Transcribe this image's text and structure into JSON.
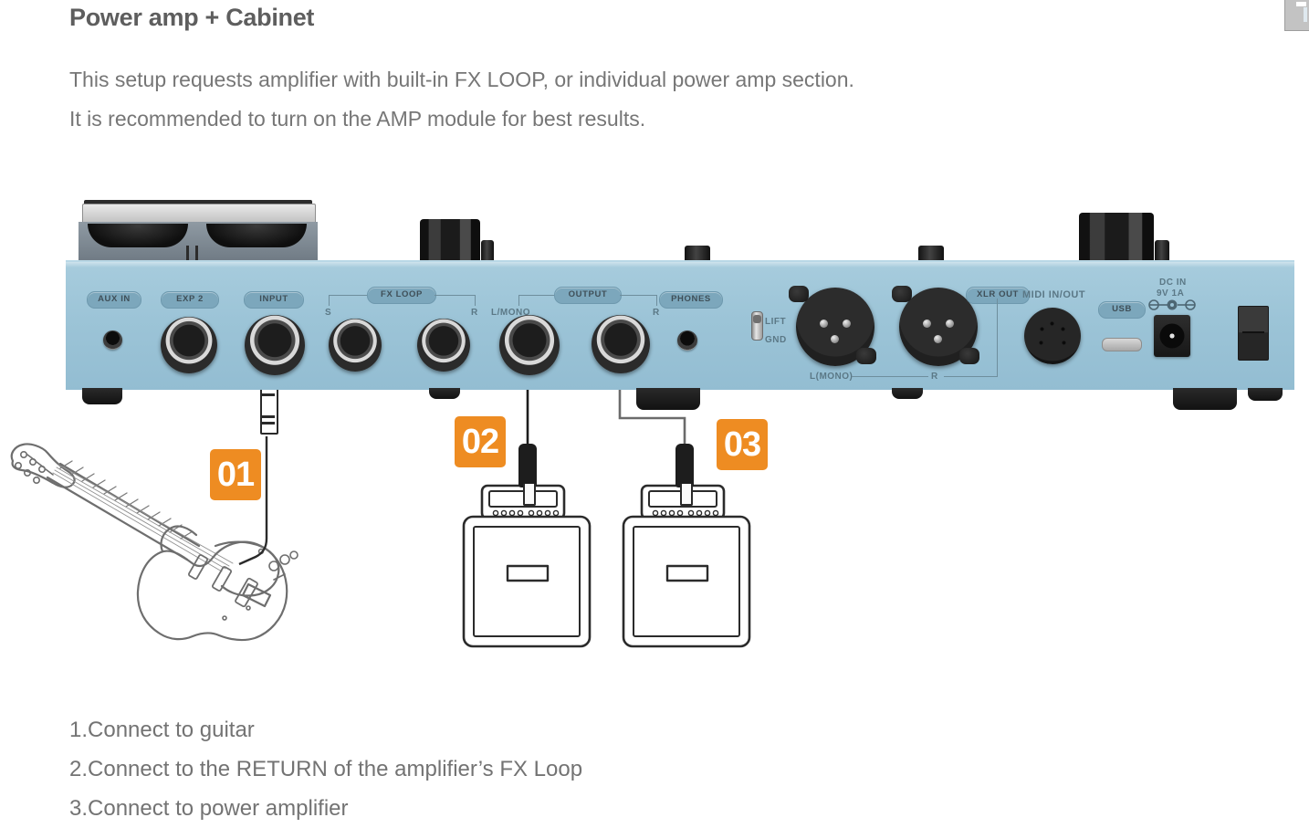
{
  "document": {
    "title": "Power amp + Cabinet",
    "intro_lines": [
      "This setup requests amplifier with built-in FX LOOP, or individual power amp section.",
      "It is recommended to turn on the AMP module for best results."
    ],
    "steps": [
      "1.Connect to guitar",
      "2.Connect to the RETURN of the amplifier’s FX Loop",
      "3.Connect to power amplifier"
    ]
  },
  "badges": [
    {
      "id": "01",
      "label": "01"
    },
    {
      "id": "02",
      "label": "02"
    },
    {
      "id": "03",
      "label": "03"
    }
  ],
  "device": {
    "panel_color": "#9cc4d7",
    "accent_color": "#ee8c22",
    "ports": {
      "aux_in": "AUX IN",
      "exp2": "EXP 2",
      "input": "INPUT",
      "fx_loop": "FX LOOP",
      "fx_loop_send": "S",
      "fx_loop_return": "R",
      "output": "OUTPUT",
      "output_left": "L/MONO",
      "output_right": "R",
      "phones": "PHONES",
      "ground_lift": "LIFT",
      "ground_gnd": "GND",
      "xlr_out": "XLR OUT",
      "xlr_left": "L(MONO)",
      "xlr_right": "R",
      "midi": "MIDI IN/OUT",
      "usb": "USB",
      "dc_in_line1": "DC IN",
      "dc_in_line2": "9V 1A"
    }
  },
  "illustrations": {
    "guitar": "electric-guitar-line-art",
    "amp_stack_left": "amp-head-and-cabinet",
    "amp_stack_right": "amp-head-and-cabinet"
  }
}
